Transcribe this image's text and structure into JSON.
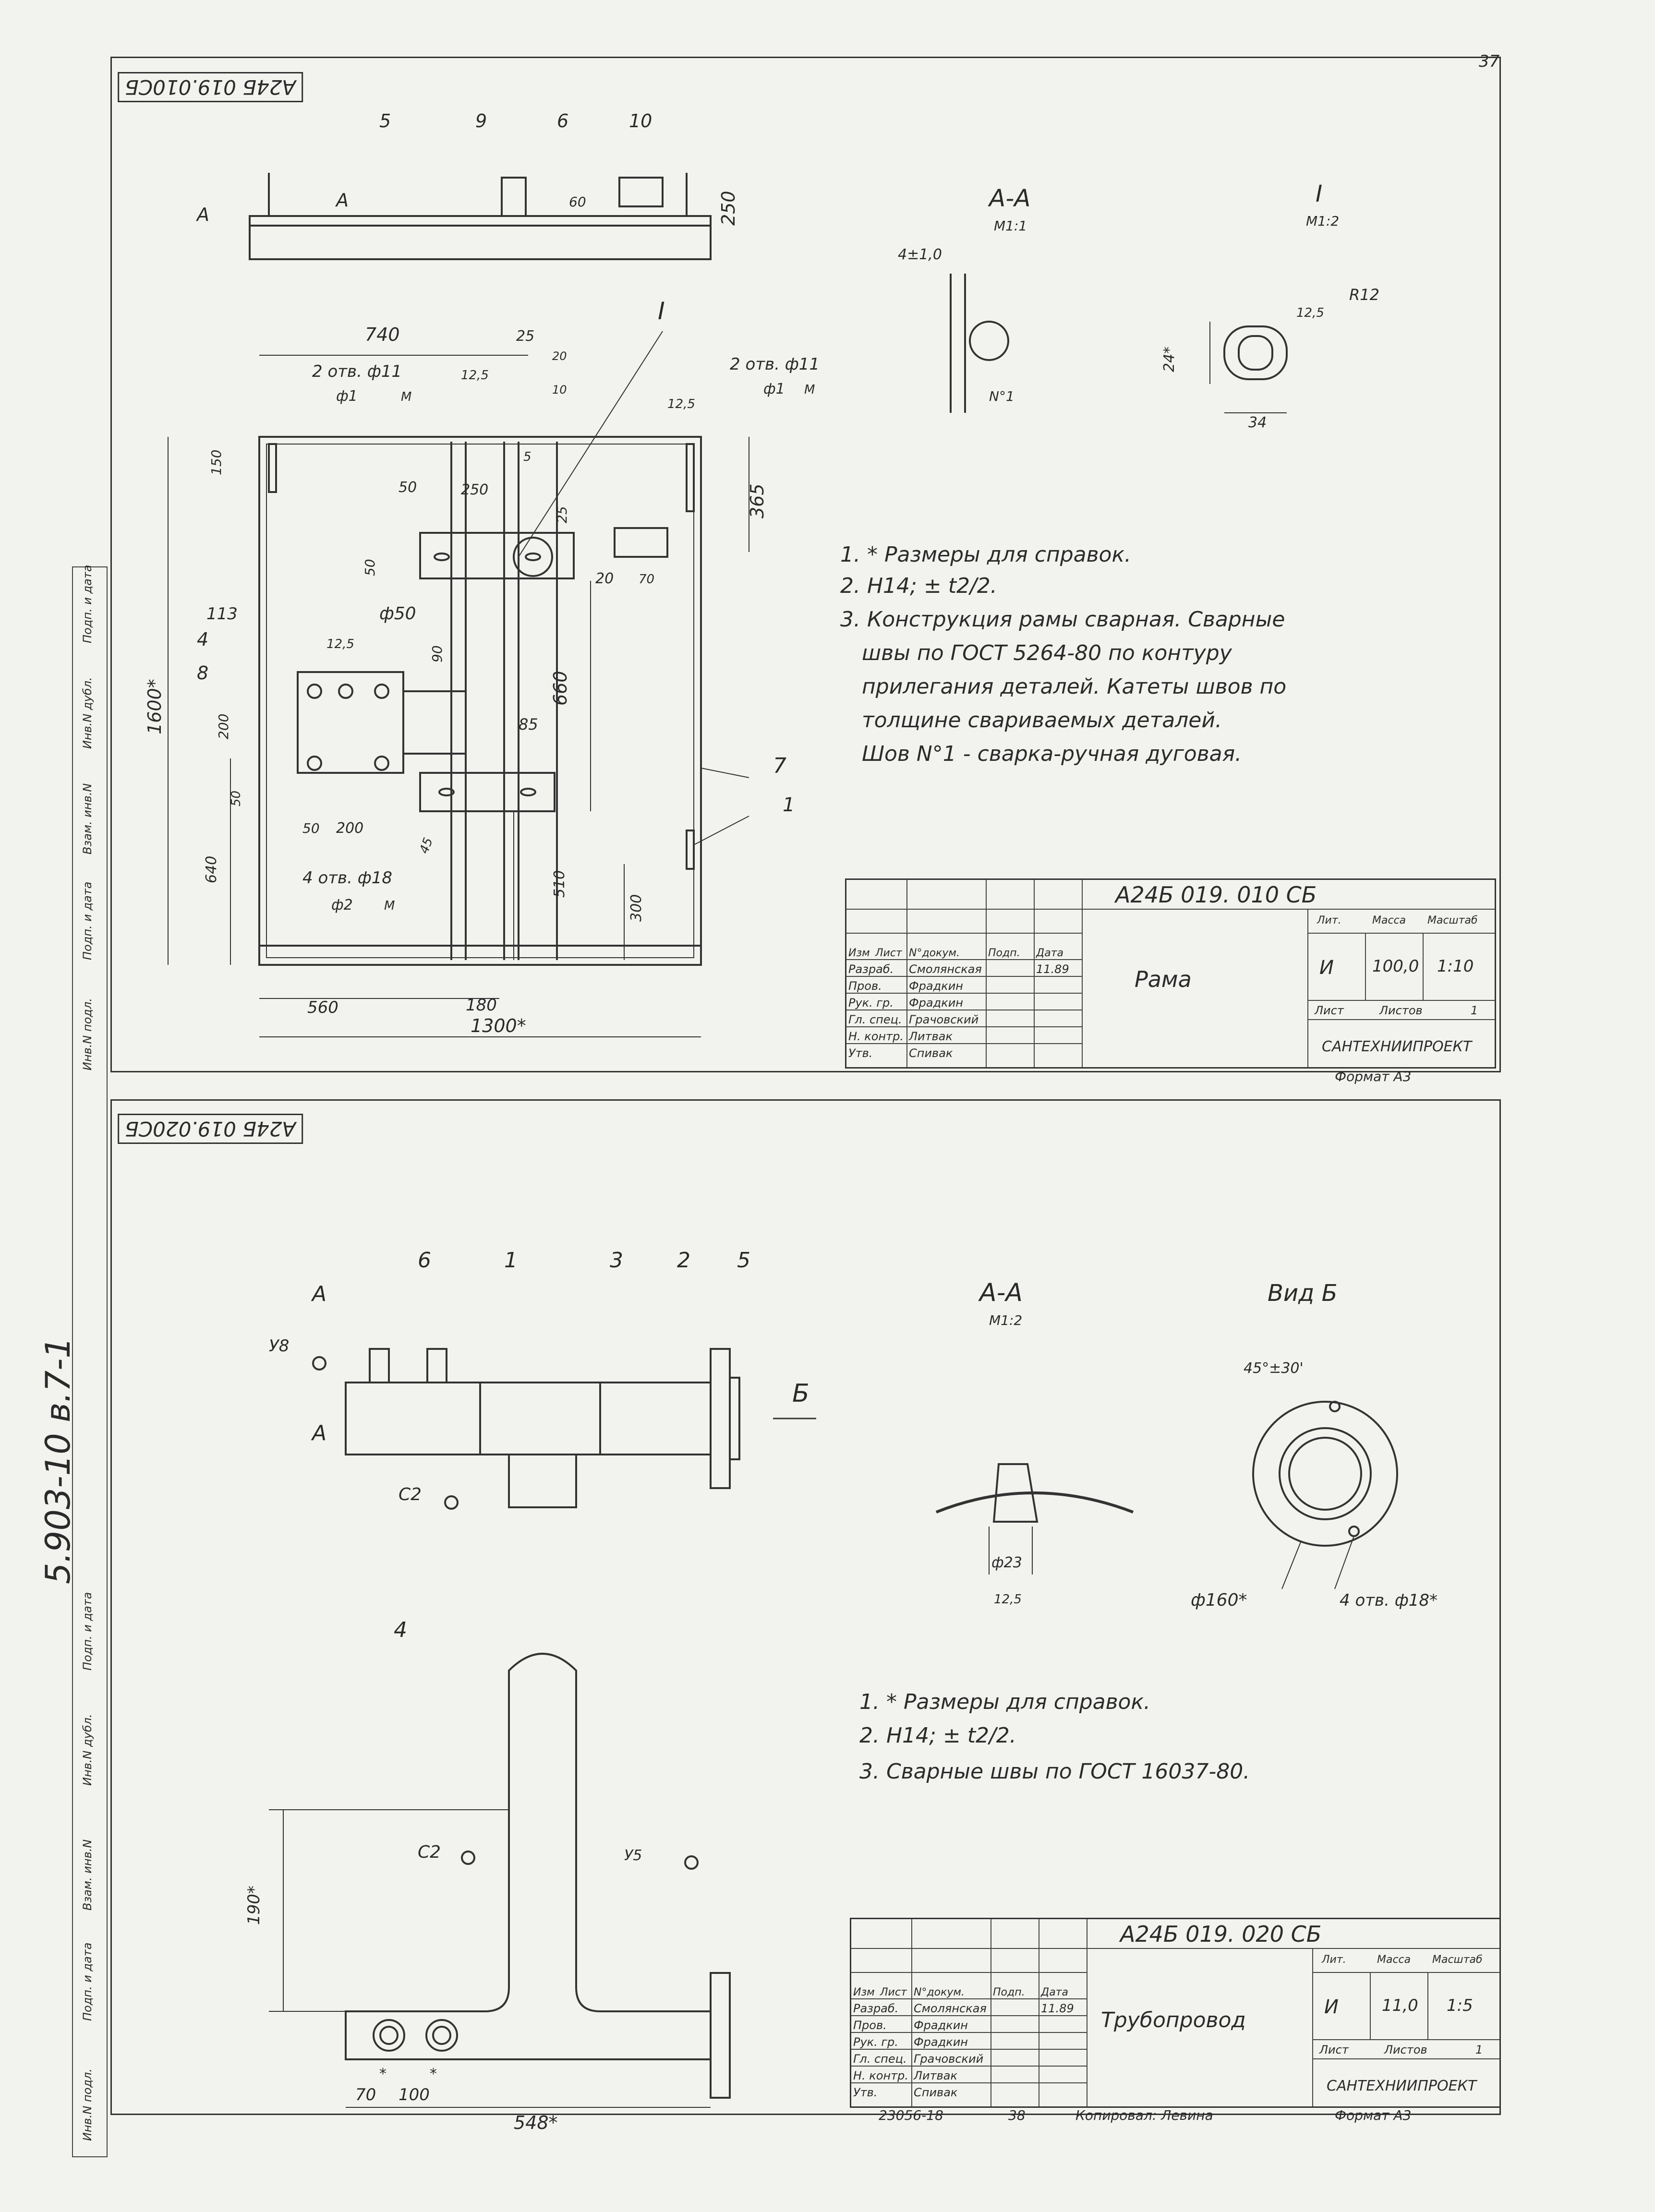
{
  "page_number": "37",
  "doc_side_code": "5.903-10  в.7-1",
  "side_stamps": [
    "Инв.N подл.",
    "Подп. и дата",
    "Взам. инв.N",
    "Инв.N дубл.",
    "Подп. и дата"
  ],
  "sheet1": {
    "corner_code": "А24Б 019.010СБ",
    "section_AA": {
      "title": "А-А",
      "scale": "М1:1",
      "dim": "4±1,0",
      "weld": "N°1"
    },
    "detail_I": {
      "title": "I",
      "scale": "М1:2",
      "dims": [
        "R12",
        "12,5",
        "24*",
        "34"
      ]
    },
    "view_labels": [
      "А",
      "А",
      "5",
      "9",
      "6",
      "10",
      "250",
      "60"
    ],
    "plan_dims": [
      "740",
      "25",
      "20",
      "2 отв. ф11",
      "ф1",
      "М",
      "12,5",
      "10",
      "2 отв. ф11",
      "ф1",
      "М",
      "12,5",
      "150",
      "365",
      "50",
      "250",
      "25",
      "5",
      "50",
      "70",
      "20",
      "1600*",
      "113",
      "4",
      "8",
      "12,5",
      "ф50",
      "90",
      "200",
      "660",
      "85",
      "50",
      "50",
      "200",
      "4 отв. ф18",
      "ф2",
      "М",
      "45",
      "640",
      "510",
      "300",
      "7",
      "1",
      "I",
      "560",
      "180",
      "1300*"
    ],
    "notes": [
      "1. * Размеры для справок.",
      "2. Н14; ± t2/2.",
      "3. Конструкция рамы сварная. Сварные",
      "швы по ГОСТ 5264-80 по контуру",
      "прилегания деталей. Катеты швов по",
      "толщине свариваемых деталей.",
      "Шов N°1 - сварка-ручная дуговая."
    ],
    "title_block": {
      "code": "А24Б 019. 010 СБ",
      "name": "Рама",
      "lit": "И",
      "mass": "100,0",
      "scale": "1:10",
      "sheet_label": "Лист",
      "sheets_label": "Листов",
      "sheets": "1",
      "org": "САНТЕХНИИПРОЕКТ",
      "head": [
        "Изм",
        "Лист",
        "N°докум.",
        "Подп.",
        "Дата"
      ],
      "hdr_lit": "Лит.",
      "hdr_mass": "Масса",
      "hdr_scale": "Масштаб",
      "rows": [
        {
          "role": "Разраб.",
          "name": "Смолянская",
          "date": "11.89"
        },
        {
          "role": "Пров.",
          "name": "Фрадкин"
        },
        {
          "role": "Рук. гр.",
          "name": "Фрадкин"
        },
        {
          "role": "Гл. спец.",
          "name": "Грачовский"
        },
        {
          "role": "Н. контр.",
          "name": "Литвак"
        },
        {
          "role": "Утв.",
          "name": "Спивак"
        }
      ]
    },
    "format": "Формат А3"
  },
  "sheet2": {
    "corner_code": "А24Б 019.020СБ",
    "section_AA": {
      "title": "А-А",
      "scale": "М1:2",
      "dims": [
        "ф23",
        "12,5"
      ]
    },
    "view_B": {
      "title": "Вид Б",
      "dims": [
        "45°±30'",
        "ф160*",
        "4 отв. ф18*"
      ]
    },
    "elev_labels": [
      "А",
      "6",
      "1",
      "3",
      "2",
      "5",
      "У8",
      "Б",
      "А",
      "С2"
    ],
    "plan_labels": [
      "4",
      "190*",
      "С2",
      "У5",
      "70",
      "*",
      "100",
      "*",
      "548*"
    ],
    "notes": [
      "1. * Размеры для справок.",
      "2. Н14; ± t2/2.",
      "3. Сварные швы по ГОСТ 16037-80."
    ],
    "title_block": {
      "code": "А24Б 019. 020 СБ",
      "name": "Трубопровод",
      "lit": "И",
      "mass": "11,0",
      "scale": "1:5",
      "sheet_label": "Лист",
      "sheets_label": "Листов",
      "sheets": "1",
      "org": "САНТЕХНИИПРОЕКТ",
      "head": [
        "Изм",
        "Лист",
        "N°докум.",
        "Подп.",
        "Дата"
      ],
      "hdr_lit": "Лит.",
      "hdr_mass": "Масса",
      "hdr_scale": "Масштаб",
      "rows": [
        {
          "role": "Разраб.",
          "name": "Смолянская",
          "date": "11.89"
        },
        {
          "role": "Пров.",
          "name": "Фрадкин"
        },
        {
          "role": "Рук. гр.",
          "name": "Фрадкин"
        },
        {
          "role": "Гл. спец.",
          "name": "Грачовский"
        },
        {
          "role": "Н. контр.",
          "name": "Литвак"
        },
        {
          "role": "Утв.",
          "name": "Спивак"
        }
      ]
    },
    "footer": {
      "inv": "23056-18",
      "sheet": "38",
      "copied": "Копировал: Левина",
      "format": "Формат А3"
    }
  }
}
